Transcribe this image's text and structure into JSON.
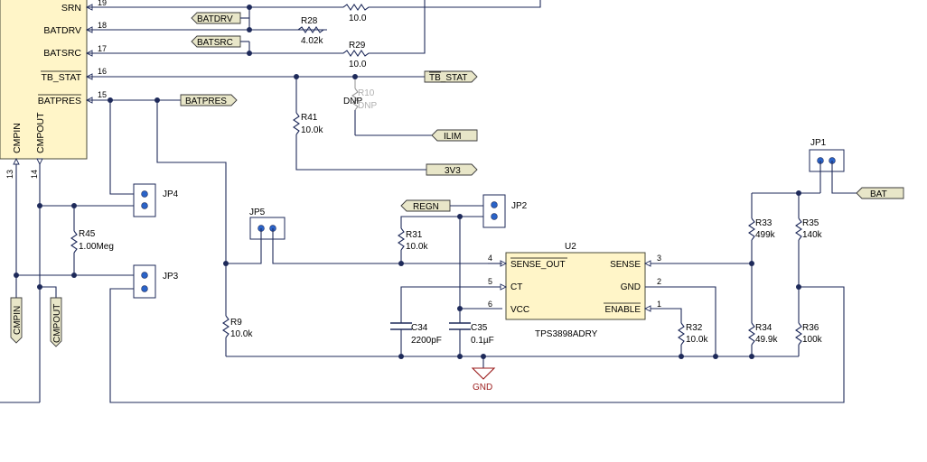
{
  "left_ic": {
    "pins": [
      {
        "name": "SRN",
        "num": "19"
      },
      {
        "name": "BATDRV",
        "num": "18"
      },
      {
        "name": "BATSRC",
        "num": "17"
      },
      {
        "name": "TB_STAT",
        "num": "16"
      },
      {
        "name": "BATPRES",
        "num": "15"
      }
    ],
    "bottom_pins": [
      {
        "name": "CMPIN",
        "num": "13"
      },
      {
        "name": "CMPOUT",
        "num": "14"
      }
    ]
  },
  "net_flags": {
    "batdrv": "BATDRV",
    "batsrc": "BATSRC",
    "tb_stat": "TB_STAT",
    "batpres": "BATPRES",
    "ilim": "ILIM",
    "v3v3": "3V3",
    "regn": "REGN",
    "bat": "BAT",
    "cmpin": "CMPIN",
    "cmpout": "CMPOUT"
  },
  "resistors": {
    "r_top": {
      "ref": "",
      "value": "10.0"
    },
    "r28": {
      "ref": "R28",
      "value": "4.02k"
    },
    "r29": {
      "ref": "R29",
      "value": "10.0"
    },
    "r10": {
      "ref": "R10",
      "value": "DNP",
      "dnp": "DNP"
    },
    "r41": {
      "ref": "R41",
      "value": "10.0k"
    },
    "r45": {
      "ref": "R45",
      "value": "1.00Meg"
    },
    "r31": {
      "ref": "R31",
      "value": "10.0k"
    },
    "r9": {
      "ref": "R9",
      "value": "10.0k"
    },
    "r32": {
      "ref": "R32",
      "value": "10.0k"
    },
    "r33": {
      "ref": "R33",
      "value": "499k"
    },
    "r34": {
      "ref": "R34",
      "value": "49.9k"
    },
    "r35": {
      "ref": "R35",
      "value": "140k"
    },
    "r36": {
      "ref": "R36",
      "value": "100k"
    }
  },
  "capacitors": {
    "c34": {
      "ref": "C34",
      "value": "2200pF"
    },
    "c35": {
      "ref": "C35",
      "value": "0.1µF"
    }
  },
  "jumpers": {
    "jp1": "JP1",
    "jp2": "JP2",
    "jp3": "JP3",
    "jp4": "JP4",
    "jp5": "JP5"
  },
  "u2": {
    "ref": "U2",
    "part": "TPS3898ADRY",
    "pins_left": [
      {
        "name": "SENSE_OUT",
        "num": "4"
      },
      {
        "name": "CT",
        "num": "5"
      },
      {
        "name": "VCC",
        "num": "6"
      }
    ],
    "pins_right": [
      {
        "name": "SENSE",
        "num": "3"
      },
      {
        "name": "GND",
        "num": "2"
      },
      {
        "name": "ENABLE",
        "num": "1"
      }
    ]
  },
  "ground": {
    "label": "GND"
  },
  "colors": {
    "wire": "#1e2a5a",
    "ic_fill": "#fff5c8",
    "flag_fill": "#e8e6c8",
    "jumper_pin": "#2a63c8",
    "ground": "#9b1b1b"
  }
}
